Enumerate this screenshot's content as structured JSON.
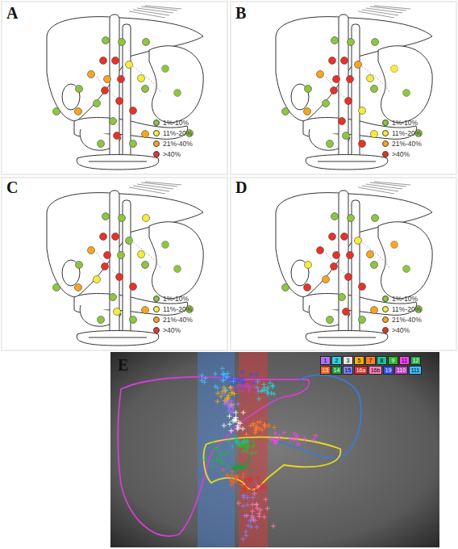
{
  "diagram": {
    "labels": [
      "A",
      "B",
      "C",
      "D",
      "E"
    ],
    "legend": [
      {
        "text": "1%-10%",
        "color": "#8dc63f"
      },
      {
        "text": "11%-20%",
        "color": "#f7ec3b"
      },
      {
        "text": "21%-40%",
        "color": "#f5a623"
      },
      {
        "text": ">40%",
        "color": "#e5332a"
      },
      {
        "text": "1%-10%",
        "color": "#8dc63f"
      },
      {
        "text": "11%-20%",
        "color": "#f7ec3b"
      },
      {
        "text": "21%-40%",
        "color": "#f5a623"
      },
      {
        "text": ">40%",
        "color": "#e5332a"
      },
      {
        "text": "1%-10%",
        "color": "#8dc63f"
      },
      {
        "text": "11%-20%",
        "color": "#f7ec3b"
      },
      {
        "text": "21%-40%",
        "color": "#f5a623"
      },
      {
        "text": ">40%",
        "color": "#e5332a"
      },
      {
        "text": "1%-10%",
        "color": "#8dc63f"
      },
      {
        "text": "11%-20%",
        "color": "#f7ec3b"
      },
      {
        "text": "21%-40%",
        "color": "#f5a623"
      },
      {
        "text": ">40%",
        "color": "#e5332a"
      },
      {
        "text": "1",
        "color": "#b070ff"
      },
      {
        "text": "2",
        "color": "#30d0e0"
      },
      {
        "text": "3",
        "color": "#e8e8e8"
      },
      {
        "text": "5",
        "color": "#ffb000"
      },
      {
        "text": "7",
        "color": "#ff7f27"
      },
      {
        "text": "8",
        "color": "#20c0a0"
      },
      {
        "text": "9",
        "color": "#2eb82e"
      },
      {
        "text": "11",
        "color": "#ff40ff"
      },
      {
        "text": "12",
        "color": "#22b14c"
      },
      {
        "text": "13",
        "color": "#ff6020"
      },
      {
        "text": "14",
        "color": "#1e9e40"
      },
      {
        "text": "15",
        "color": "#8080ff"
      },
      {
        "text": "16a",
        "color": "#e03030"
      },
      {
        "text": "16b",
        "color": "#ff80c0"
      },
      {
        "text": "19",
        "color": "#3050ff"
      },
      {
        "text": "110",
        "color": "#c040c0"
      },
      {
        "text": "111",
        "color": "#40c0ff"
      }
    ]
  }
}
